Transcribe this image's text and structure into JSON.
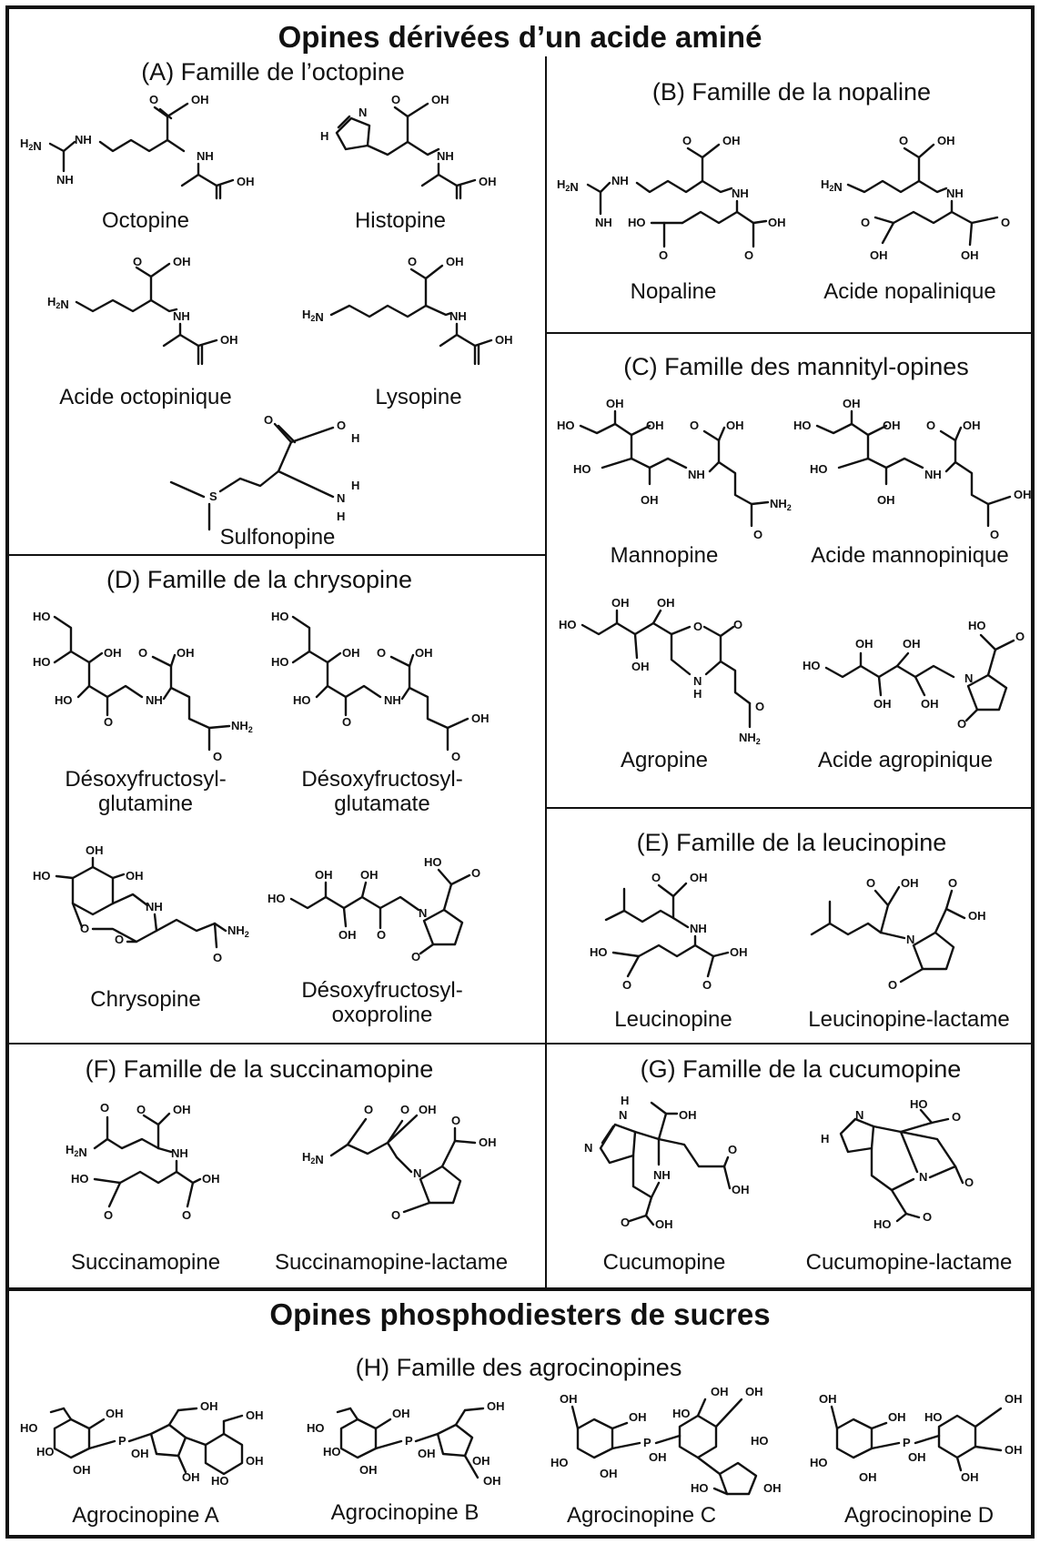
{
  "titles": {
    "top": "Opines dérivées d’un acide aminé",
    "bottom": "Opines phosphodiesters de sucres"
  },
  "sections": {
    "A": "(A) Famille de l’octopine",
    "B": "(B) Famille de la nopaline",
    "C": "(C) Famille des mannityl-opines",
    "D": "(D) Famille de la chrysopine",
    "E": "(E) Famille de la leucinopine",
    "F": "(F) Famille de la succinamopine",
    "G": "(G) Famille de la cucumopine",
    "H": "(H) Famille des agrocinopines"
  },
  "molecules": {
    "octopine": "Octopine",
    "histopine": "Histopine",
    "acide_octopinique": "Acide octopinique",
    "lysopine": "Lysopine",
    "sulfonopine": "Sulfonopine",
    "nopaline": "Nopaline",
    "acide_nopalinique": "Acide nopalinique",
    "mannopine": "Mannopine",
    "acide_mannopinique": "Acide mannopinique",
    "agropine": "Agropine",
    "acide_agropinique": "Acide agropinique",
    "dfglutamine_1": "Désoxyfructosyl-",
    "dfglutamine_2": "glutamine",
    "dfglutamate_1": "Désoxyfructosyl-",
    "dfglutamate_2": "glutamate",
    "chrysopine": "Chrysopine",
    "dfoxoproline_1": "Désoxyfructosyl-",
    "dfoxoproline_2": "oxoproline",
    "leucinopine": "Leucinopine",
    "leucinopine_lactame": "Leucinopine-lactame",
    "succinamopine": "Succinamopine",
    "succinamopine_lactame": "Succinamopine-lactame",
    "cucumopine": "Cucumopine",
    "cucumopine_lactame": "Cucumopine-lactame",
    "agrocinopine_a": "Agrocinopine A",
    "agrocinopine_b": "Agrocinopine B",
    "agrocinopine_c": "Agrocinopine C",
    "agrocinopine_d": "Agrocinopine D"
  },
  "atoms": {
    "oh": "OH",
    "o": "O",
    "nh": "NH",
    "nh2": "NH2",
    "h2n": "H2N",
    "ho": "HO",
    "n": "N",
    "h": "H",
    "s": "S",
    "p": "P"
  }
}
